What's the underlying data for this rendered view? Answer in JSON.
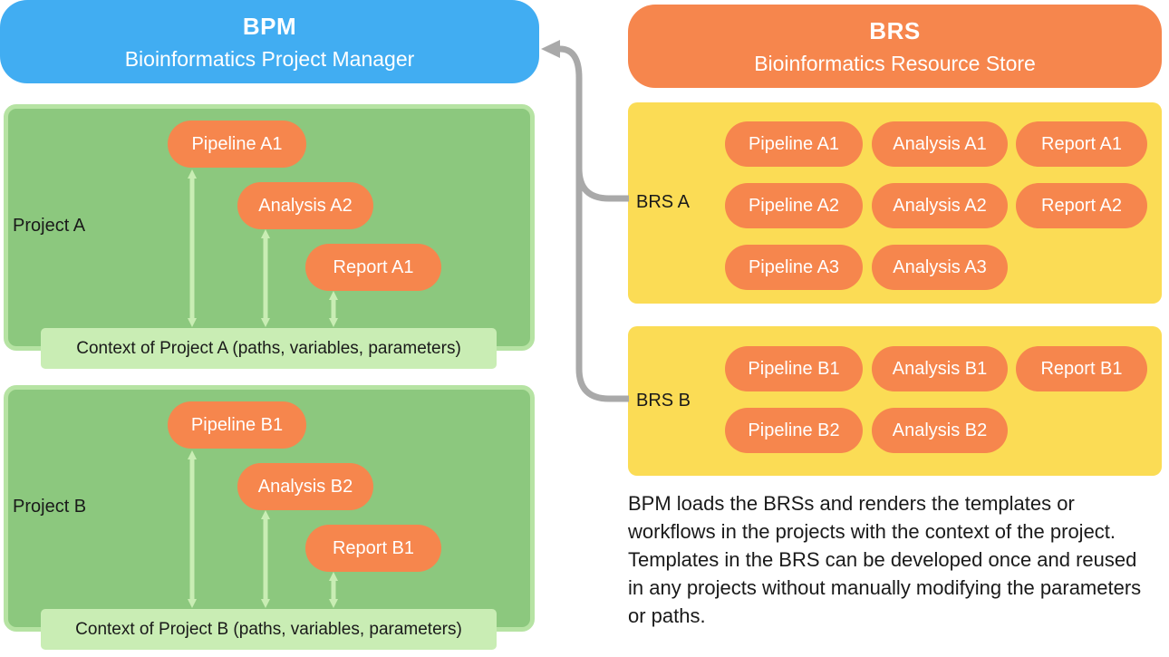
{
  "bpm": {
    "title": "BPM",
    "subtitle": "Bioinformatics Project Manager",
    "projects": [
      {
        "label": "Project A",
        "nodes": [
          "Pipeline A1",
          "Analysis A2",
          "Report A1"
        ],
        "context": "Context of Project A (paths, variables, parameters)"
      },
      {
        "label": "Project B",
        "nodes": [
          "Pipeline B1",
          "Analysis B2",
          "Report B1"
        ],
        "context": "Context of Project B (paths, variables, parameters)"
      }
    ]
  },
  "brs": {
    "title": "BRS",
    "subtitle": "Bioinformatics Resource Store",
    "stores": [
      {
        "label": "BRS A",
        "rows": [
          [
            "Pipeline A1",
            "Analysis A1",
            "Report A1"
          ],
          [
            "Pipeline A2",
            "Analysis A2",
            "Report A2"
          ],
          [
            "Pipeline A3",
            "Analysis A3"
          ]
        ]
      },
      {
        "label": "BRS B",
        "rows": [
          [
            "Pipeline B1",
            "Analysis B1",
            "Report B1"
          ],
          [
            "Pipeline B2",
            "Analysis B2"
          ]
        ]
      }
    ]
  },
  "caption": "BPM loads the BRSs and renders the templates or workflows in the projects with the context of the project. Templates in the BRS can be developed once and reused in any projects without manually modifying the parameters or paths.",
  "colors": {
    "blue": "#41ADF2",
    "orange": "#F6864D",
    "green": "#8CC87E",
    "green-border": "#B6E3A3",
    "light-green": "#C9EDB4",
    "yellow": "#FBDC55",
    "gray": "#A9A9A9",
    "text": "#1A1A1A"
  }
}
